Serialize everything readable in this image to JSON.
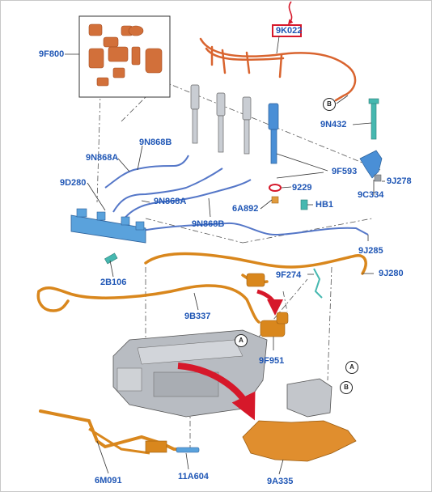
{
  "diagram": {
    "part_labels": {
      "p9F800": "9F800",
      "p9K022": "9K022",
      "p9N432": "9N432",
      "p9N868A_top": "9N868A",
      "p9N868B_top": "9N868B",
      "p9D280": "9D280",
      "p9N868A_mid": "9N868A",
      "p9F593": "9F593",
      "p9J278": "9J278",
      "p9229": "9229",
      "p9C334": "9C334",
      "p6A892": "6A892",
      "pHB1": "HB1",
      "p9N868B_mid": "9N868B",
      "p9J285": "9J285",
      "p9F274": "9F274",
      "p9J280": "9J280",
      "p2B106": "2B106",
      "p9B337": "9B337",
      "p9F951": "9F951",
      "p6M091": "6M091",
      "p11A604": "11A604",
      "p9A335": "9A335"
    },
    "connector_markers": {
      "b_top": "B",
      "a_mid": "A",
      "a_right": "A",
      "b_right": "B"
    },
    "colors": {
      "label_blue": "#1f56b5",
      "leader_line": "#333333",
      "harness_orange": "#d9642f",
      "seal_orange": "#d2703a",
      "injector_silver": "#c9cdd3",
      "injector_blue": "#4a8fd6",
      "fuel_pipe_blue": "#5577c8",
      "rail_blue": "#5aa2dc",
      "return_hose_orange": "#d9871d",
      "engine_gray": "#b8bcc2",
      "arrow_red": "#d6182a",
      "highlight_red": "#d6182a",
      "clip_teal": "#46b8b0"
    }
  }
}
